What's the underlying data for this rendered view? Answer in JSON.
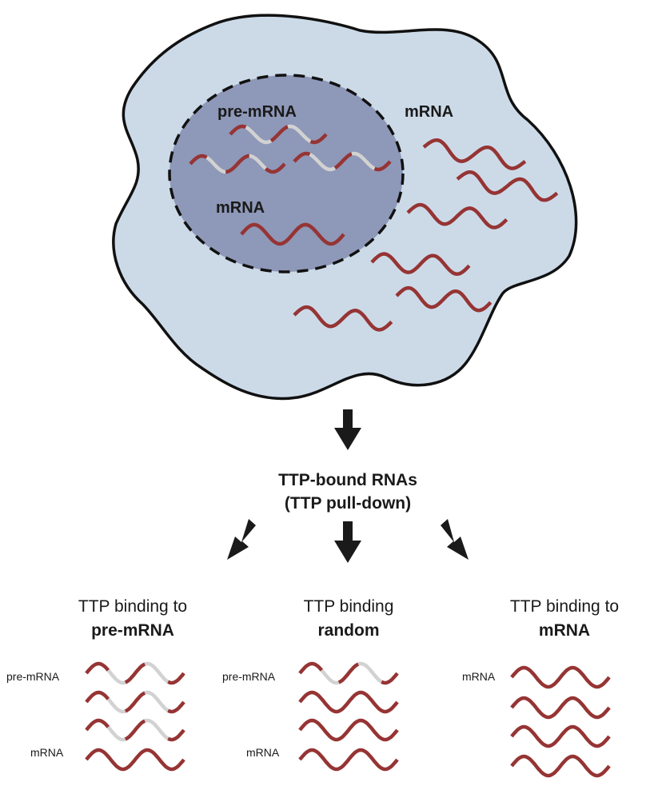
{
  "colors": {
    "cell_fill": "#ccdae8",
    "nucleus_fill": "#8e98b8",
    "outline": "#111111",
    "mrna": "#963434",
    "intron": "#d2d2d2",
    "arrow": "#1a1a1a"
  },
  "cell": {
    "nucleus_label_premrna": "pre-mRNA",
    "nucleus_label_mrna": "mRNA",
    "cytoplasm_label_mrna": "mRNA"
  },
  "center": {
    "line1": "TTP-bound RNAs",
    "line2": "(TTP pull-down)"
  },
  "outcomes": [
    {
      "title_line1": "TTP binding to",
      "title_line2": "pre-mRNA",
      "label_top": "pre-mRNA",
      "label_bottom": "mRNA"
    },
    {
      "title_line1": "TTP binding",
      "title_line2": "random",
      "label_top": "pre-mRNA",
      "label_bottom": "mRNA"
    },
    {
      "title_line1": "TTP binding to",
      "title_line2": "mRNA",
      "label_top": "mRNA"
    }
  ]
}
